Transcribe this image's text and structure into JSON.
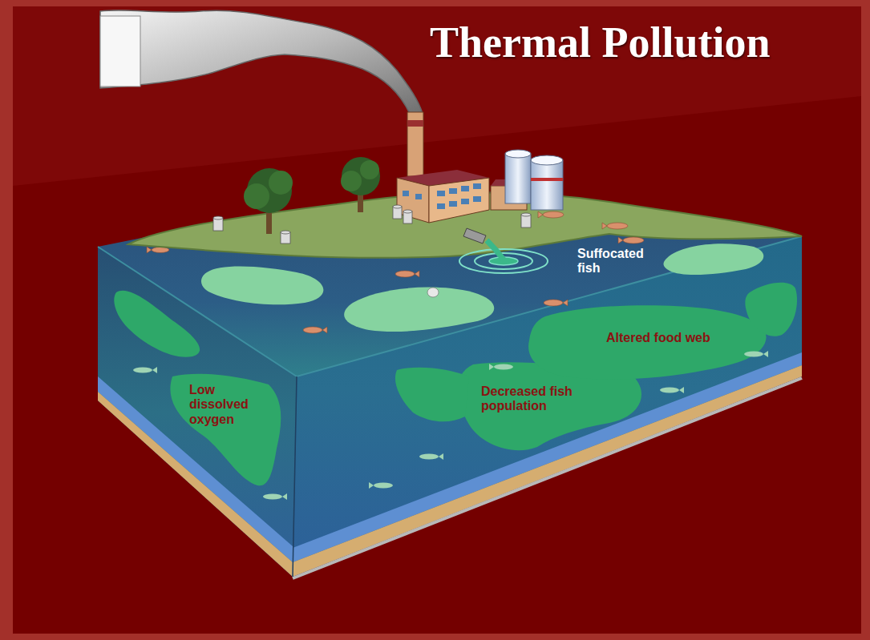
{
  "diagram": {
    "title": "Thermal Pollution",
    "labels": [
      "Suffocated fish",
      "Altered food web",
      "Low dissolved oxygen",
      "Decreased fish population"
    ]
  }
}
